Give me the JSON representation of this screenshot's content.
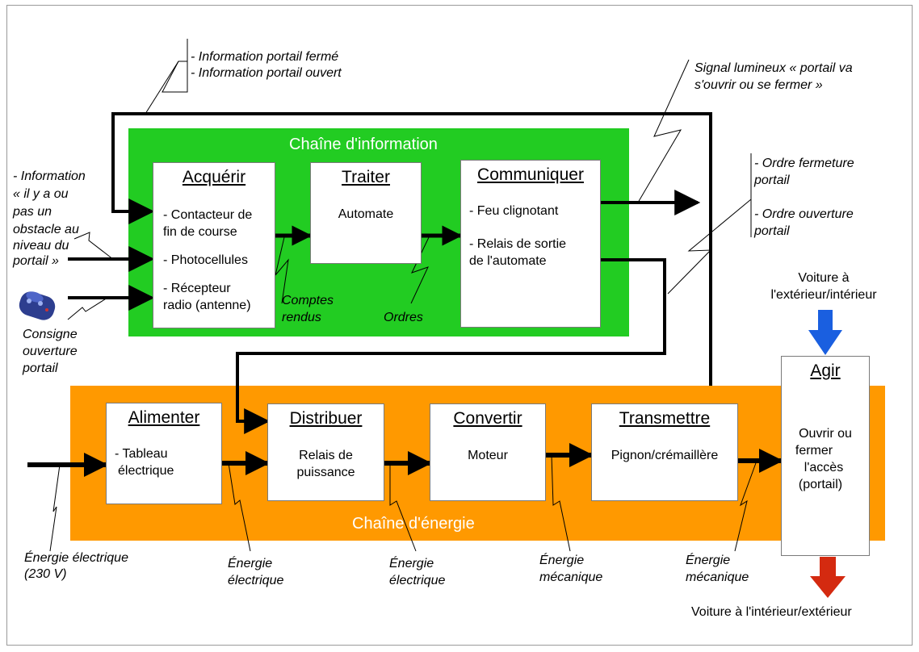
{
  "chains": {
    "info": "Chaîne d'information",
    "energy": "Chaîne d'énergie"
  },
  "boxes": {
    "acquerir": {
      "title": "Acquérir",
      "lines": [
        "- Contacteur de",
        "fin de course",
        "- Photocellules",
        "- Récepteur",
        "radio (antenne)"
      ]
    },
    "traiter": {
      "title": "Traiter",
      "lines": [
        "Automate"
      ]
    },
    "communiquer": {
      "title": "Communiquer",
      "lines": [
        "- Feu clignotant",
        "- Relais de sortie",
        "de l'automate"
      ]
    },
    "alimenter": {
      "title": "Alimenter",
      "lines": [
        "- Tableau",
        "électrique"
      ]
    },
    "distribuer": {
      "title": "Distribuer",
      "lines": [
        "Relais de",
        "puissance"
      ]
    },
    "convertir": {
      "title": "Convertir",
      "lines": [
        "Moteur"
      ]
    },
    "transmettre": {
      "title": "Transmettre",
      "lines": [
        "Pignon/crémaillère"
      ]
    },
    "agir": {
      "title": "Agir",
      "lines": [
        "Ouvrir ou",
        "fermer",
        "l'accès",
        "(portail)"
      ]
    }
  },
  "labels": {
    "info_portail": [
      "- Information portail fermé",
      "- Information portail ouvert"
    ],
    "obstacle": [
      "- Information",
      "« il y a ou",
      "pas un",
      "obstacle au",
      "niveau du",
      "portail »"
    ],
    "consigne": [
      "Consigne",
      "ouverture",
      "portail"
    ],
    "comptes_rendus": [
      "Comptes",
      "rendus"
    ],
    "ordres": [
      "Ordres"
    ],
    "signal": [
      "Signal lumineux « portail va",
      "s'ouvrir ou se fermer »"
    ],
    "ordre_fermeture": [
      "- Ordre fermeture",
      "portail"
    ],
    "ordre_ouverture": [
      "- Ordre ouverture",
      "portail"
    ],
    "voiture_ext": [
      "Voiture à",
      "l'extérieur/intérieur"
    ],
    "voiture_int": [
      "Voiture à l'intérieur/extérieur"
    ],
    "energie_230": [
      "Énergie  électrique",
      "(230 V)"
    ],
    "energie_elec_1": [
      "Énergie",
      "électrique"
    ],
    "energie_elec_2": [
      "Énergie",
      "électrique"
    ],
    "energie_meca_1": [
      "Énergie",
      "mécanique"
    ],
    "energie_meca_2": [
      "Énergie",
      "mécanique"
    ]
  },
  "colors": {
    "info_chain": "#22cc22",
    "energy_chain": "#ff9900",
    "arrow_in": "#1a5fe0",
    "arrow_out": "#d42a10"
  },
  "icons": {
    "remote": "remote-control-icon"
  }
}
